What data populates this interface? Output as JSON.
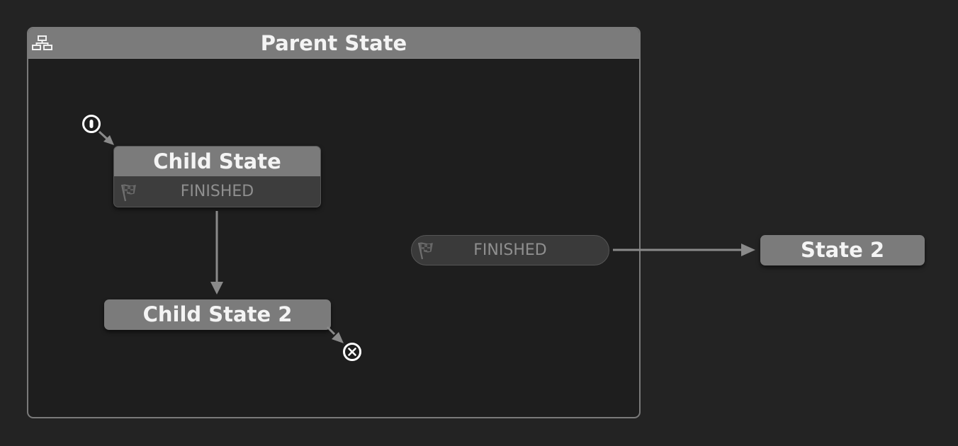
{
  "parent_state": {
    "title": "Parent State",
    "icon": "hierarchy-icon"
  },
  "child_state": {
    "title": "Child State",
    "event_label": "FINISHED",
    "event_icon": "checkered-flag-icon"
  },
  "child_state_2": {
    "title": "Child State 2"
  },
  "parent_event": {
    "label": "FINISHED",
    "icon": "checkered-flag-icon"
  },
  "state_2": {
    "title": "State 2"
  },
  "colors": {
    "canvas": "#232323",
    "parent_body": "#1e1e1e",
    "node_header": "#7b7b7b",
    "event_bg": "#3a3a3a",
    "event_text": "#8f8f8f",
    "arrow": "#8a8a8a",
    "marker": "#ffffff"
  }
}
